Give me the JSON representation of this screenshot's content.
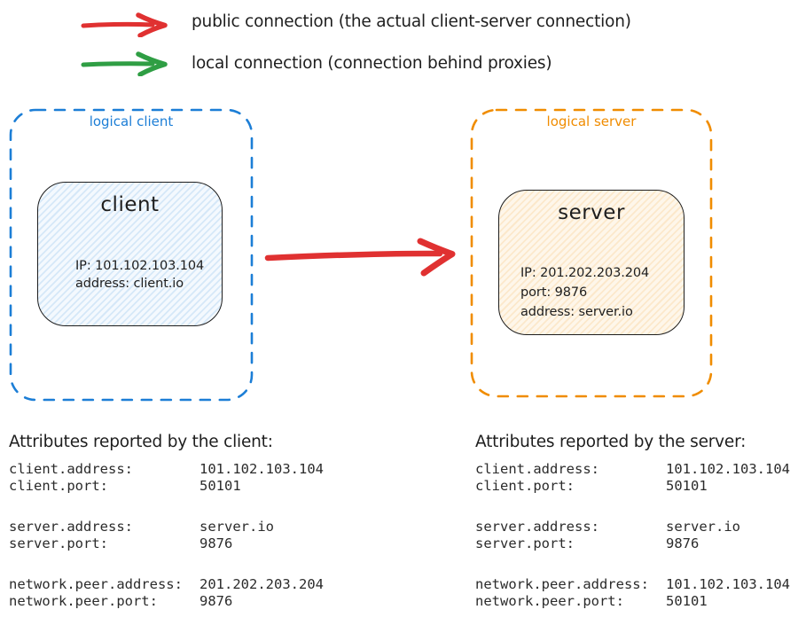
{
  "colors": {
    "blue": "#1c7ed6",
    "orange": "#f08c00",
    "red": "#e03131",
    "green": "#2f9e44",
    "ink": "#1e1e1e"
  },
  "legend": {
    "public_label": "public connection (the actual client-server connection)",
    "local_label": "local connection (connection behind proxies)"
  },
  "logical_client": {
    "label": "logical client",
    "node_title": "client",
    "node_lines": [
      "IP: 101.102.103.104",
      "address: client.io"
    ]
  },
  "logical_server": {
    "label": "logical server",
    "node_title": "server",
    "node_lines": [
      "IP: 201.202.203.204",
      "port: 9876",
      "address: server.io"
    ]
  },
  "client_attributes": {
    "heading": "Attributes reported by the client:",
    "rows": [
      {
        "key": "client.address:",
        "value": "101.102.103.104"
      },
      {
        "key": "client.port:",
        "value": "50101"
      },
      {
        "key": "server.address:",
        "value": "server.io"
      },
      {
        "key": "server.port:",
        "value": "9876"
      },
      {
        "key": "network.peer.address:",
        "value": "201.202.203.204"
      },
      {
        "key": "network.peer.port:",
        "value": "9876"
      }
    ]
  },
  "server_attributes": {
    "heading": "Attributes reported by the server:",
    "rows": [
      {
        "key": "client.address:",
        "value": "101.102.103.104"
      },
      {
        "key": "client.port:",
        "value": "50101"
      },
      {
        "key": "server.address:",
        "value": "server.io"
      },
      {
        "key": "server.port:",
        "value": "9876"
      },
      {
        "key": "network.peer.address:",
        "value": "101.102.103.104"
      },
      {
        "key": "network.peer.port:",
        "value": "50101"
      }
    ]
  }
}
